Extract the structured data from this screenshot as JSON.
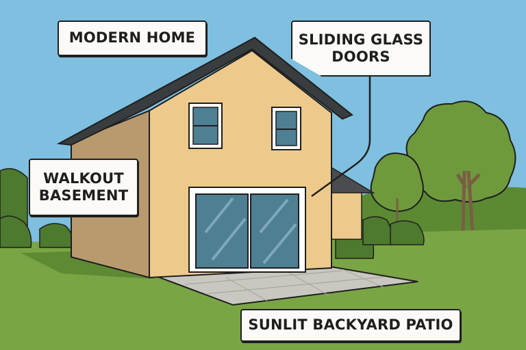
{
  "scene": {
    "title": "Modern home with walkout basement and patio",
    "colors": {
      "sky": "#7fbfdf",
      "grass": "#6f9a3a",
      "grass_light": "#7aa544",
      "trees_dark": "#4d7a2e",
      "trees_light": "#6e9a3c",
      "wall_front": "#edca8c",
      "wall_side": "#b89a6e",
      "roof": "#3a3d3f",
      "glass": "#4f7f93",
      "patio": "#c9c7c0",
      "outline": "#1e1e1e",
      "label_bg": "#fbfaf6"
    }
  },
  "labels": {
    "modern_home": {
      "lines": [
        "MODERN HOME"
      ]
    },
    "sliding_glass_doors": {
      "lines": [
        "SLIDING GLASS",
        "DOORS"
      ]
    },
    "walkout_basement": {
      "lines": [
        "WALKOUT",
        "BASEMENT"
      ]
    },
    "sunlit_backyard_patio": {
      "lines": [
        "SUNLIT BACKYARD PATIO"
      ]
    }
  }
}
